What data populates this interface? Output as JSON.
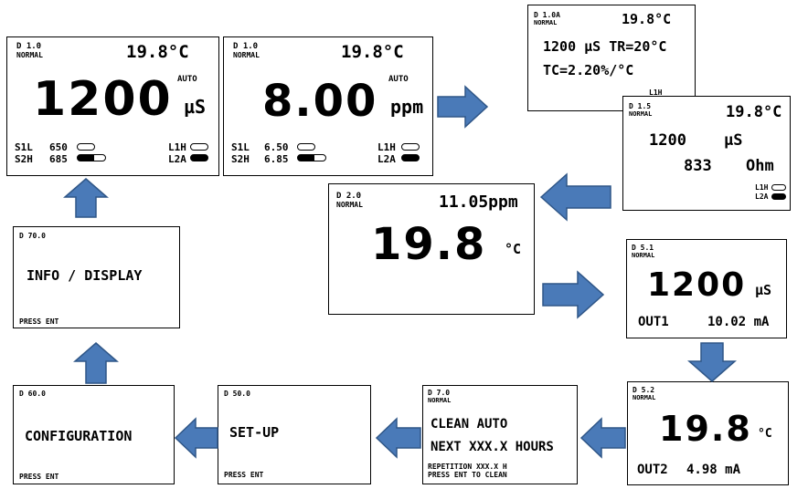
{
  "accent_color": "#4a7ab8",
  "screens": {
    "d10_cond": {
      "code": "D 1.0",
      "mode": "NORMAL",
      "temp": "19.8°C",
      "auto": "AUTO",
      "value": "1200",
      "unit": "µS",
      "s1_label": "S1L",
      "s1_value": "650",
      "s2_label": "S2H",
      "s2_value": "685",
      "l1_label": "L1H",
      "l2_label": "L2A"
    },
    "d10_ppm": {
      "code": "D 1.0",
      "mode": "NORMAL",
      "temp": "19.8°C",
      "auto": "AUTO",
      "value": "8.00",
      "unit": "ppm",
      "s1_label": "S1L",
      "s1_value": "6.50",
      "s2_label": "S2H",
      "s2_value": "6.85",
      "l1_label": "L1H",
      "l2_label": "L2A"
    },
    "d10a": {
      "code": "D 1.0A",
      "mode": "NORMAL",
      "temp": "19.8°C",
      "line1": "1200 µS TR=20°C",
      "line2": "TC=2.20%/°C",
      "l1_label": "L1H"
    },
    "d15": {
      "code": "D 1.5",
      "mode": "NORMAL",
      "temp": "19.8°C",
      "value1": "1200",
      "unit1": "µS",
      "value2": "833",
      "unit2": "Ohm",
      "l1_label": "L1H",
      "l2_label": "L2A"
    },
    "d20": {
      "code": "D 2.0",
      "mode": "NORMAL",
      "reading": "11.05ppm",
      "value": "19.8",
      "unit": "°C"
    },
    "d51": {
      "code": "D 5.1",
      "mode": "NORMAL",
      "value": "1200",
      "unit": "µS",
      "out_label": "OUT1",
      "out_value": "10.02 mA"
    },
    "d52": {
      "code": "D 5.2",
      "mode": "NORMAL",
      "value": "19.8",
      "unit": "°C",
      "out_label": "OUT2",
      "out_value": "4.98 mA"
    },
    "d70": {
      "code": "D 7.0",
      "mode": "NORMAL",
      "line1": "CLEAN AUTO",
      "line2": "NEXT XXX.X HOURS",
      "foot1": "REPETITION XXX.X H",
      "foot2": "PRESS ENT TO CLEAN"
    },
    "d50": {
      "code": "D 50.0",
      "title": "SET-UP",
      "foot": "PRESS ENT"
    },
    "d60": {
      "code": "D 60.0",
      "title": "CONFIGURATION",
      "foot": "PRESS ENT"
    },
    "d700": {
      "code": "D 70.0",
      "title": "INFO / DISPLAY",
      "foot": "PRESS ENT"
    }
  }
}
